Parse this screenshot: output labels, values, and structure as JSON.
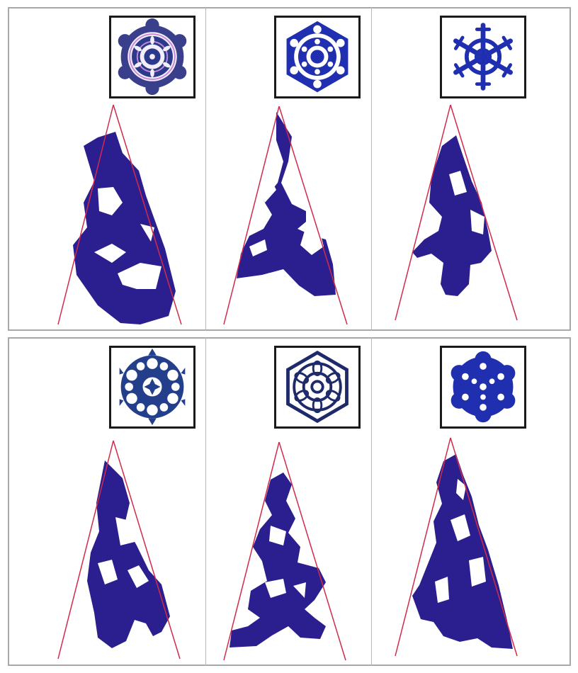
{
  "sheet": {
    "colors": {
      "ink": "#2b1f8f",
      "ink_alt": "#1f2f8a",
      "cut_line": "#d22a4a",
      "frame": "#1a1a1a",
      "grid": "#b0b0b0"
    },
    "rows": [
      {
        "cells": [
          {
            "snowflake_icon": "snowflake-pattern-1",
            "template_icon": "folded-cut-template-1"
          },
          {
            "snowflake_icon": "snowflake-pattern-2",
            "template_icon": "folded-cut-template-2"
          },
          {
            "snowflake_icon": "snowflake-pattern-3",
            "template_icon": "folded-cut-template-3"
          }
        ]
      },
      {
        "cells": [
          {
            "snowflake_icon": "snowflake-pattern-4",
            "template_icon": "folded-cut-template-4"
          },
          {
            "snowflake_icon": "snowflake-pattern-5",
            "template_icon": "folded-cut-template-5"
          },
          {
            "snowflake_icon": "snowflake-pattern-6",
            "template_icon": "folded-cut-template-6"
          }
        ]
      }
    ]
  }
}
